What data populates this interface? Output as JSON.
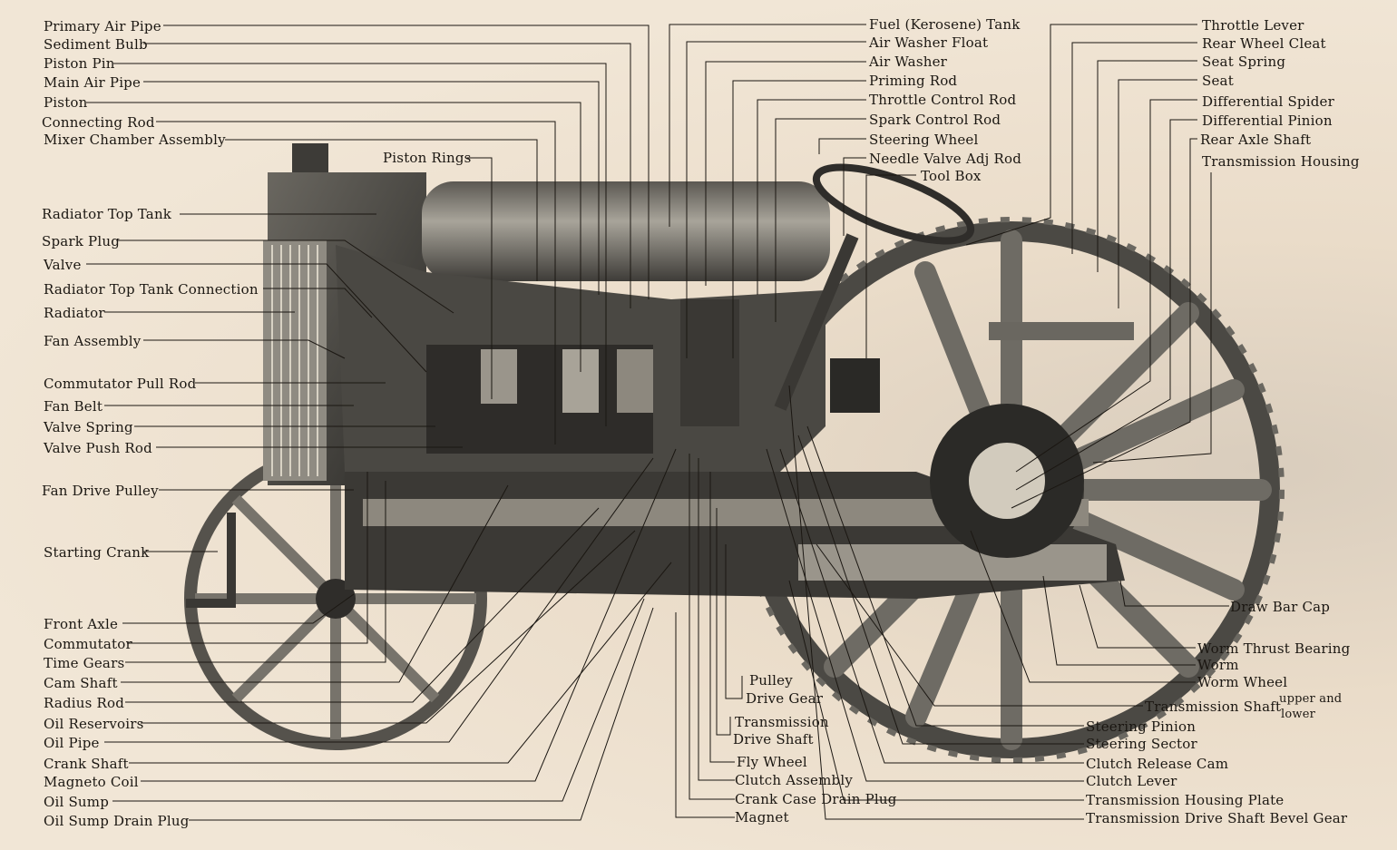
{
  "labels_left": [
    "Primary Air Pipe",
    "Sediment Bulb",
    "Piston Pin",
    "Main Air Pipe",
    "Piston",
    "Connecting Rod",
    "Mixer Chamber Assembly",
    "Radiator Top Tank",
    "Spark Plug",
    "Valve",
    "Radiator Top Tank Connection",
    "Radiator",
    "Fan Assembly",
    "Commutator Pull Rod",
    "Fan Belt",
    "Valve Spring",
    "Valve Push Rod",
    "Fan Drive Pulley",
    "Starting Crank",
    "Front Axle",
    "Commutator",
    "Time Gears",
    "Cam Shaft",
    "Radius Rod",
    "Oil Reservoirs",
    "Oil Pipe",
    "Crank Shaft",
    "Magneto Coil",
    "Oil Sump",
    "Oil Sump Drain Plug"
  ],
  "piston_rings": "Piston Rings",
  "labels_top_middle": [
    "Fuel (Kerosene) Tank",
    "Air Washer Float",
    "Air Washer",
    "Priming Rod",
    "Throttle Control Rod",
    "Spark Control Rod",
    "Steering Wheel",
    "Needle Valve Adj Rod",
    "Tool Box"
  ],
  "labels_top_right": [
    "Throttle Lever",
    "Rear Wheel Cleat",
    "Seat Spring",
    "Seat",
    "Differential Spider",
    "Differential Pinion",
    "Rear Axle Shaft",
    "Transmission Housing"
  ],
  "labels_bottom_middle": [
    "Pulley",
    "Drive Gear",
    "Transmission",
    "Drive Shaft",
    "Fly Wheel",
    "Clutch Assembly",
    "Crank Case Drain Plug",
    "Magnet"
  ],
  "labels_bottom_right": [
    "Draw Bar Cap",
    "Worm Thrust Bearing",
    "Worm",
    "Worm Wheel",
    "Transmission Shaft",
    "upper and",
    "lower",
    "Steering Pinion",
    "Steering Sector",
    "Clutch Release Cam",
    "Clutch Lever",
    "Transmission Housing Plate",
    "Transmission Drive Shaft Bevel Gear"
  ]
}
